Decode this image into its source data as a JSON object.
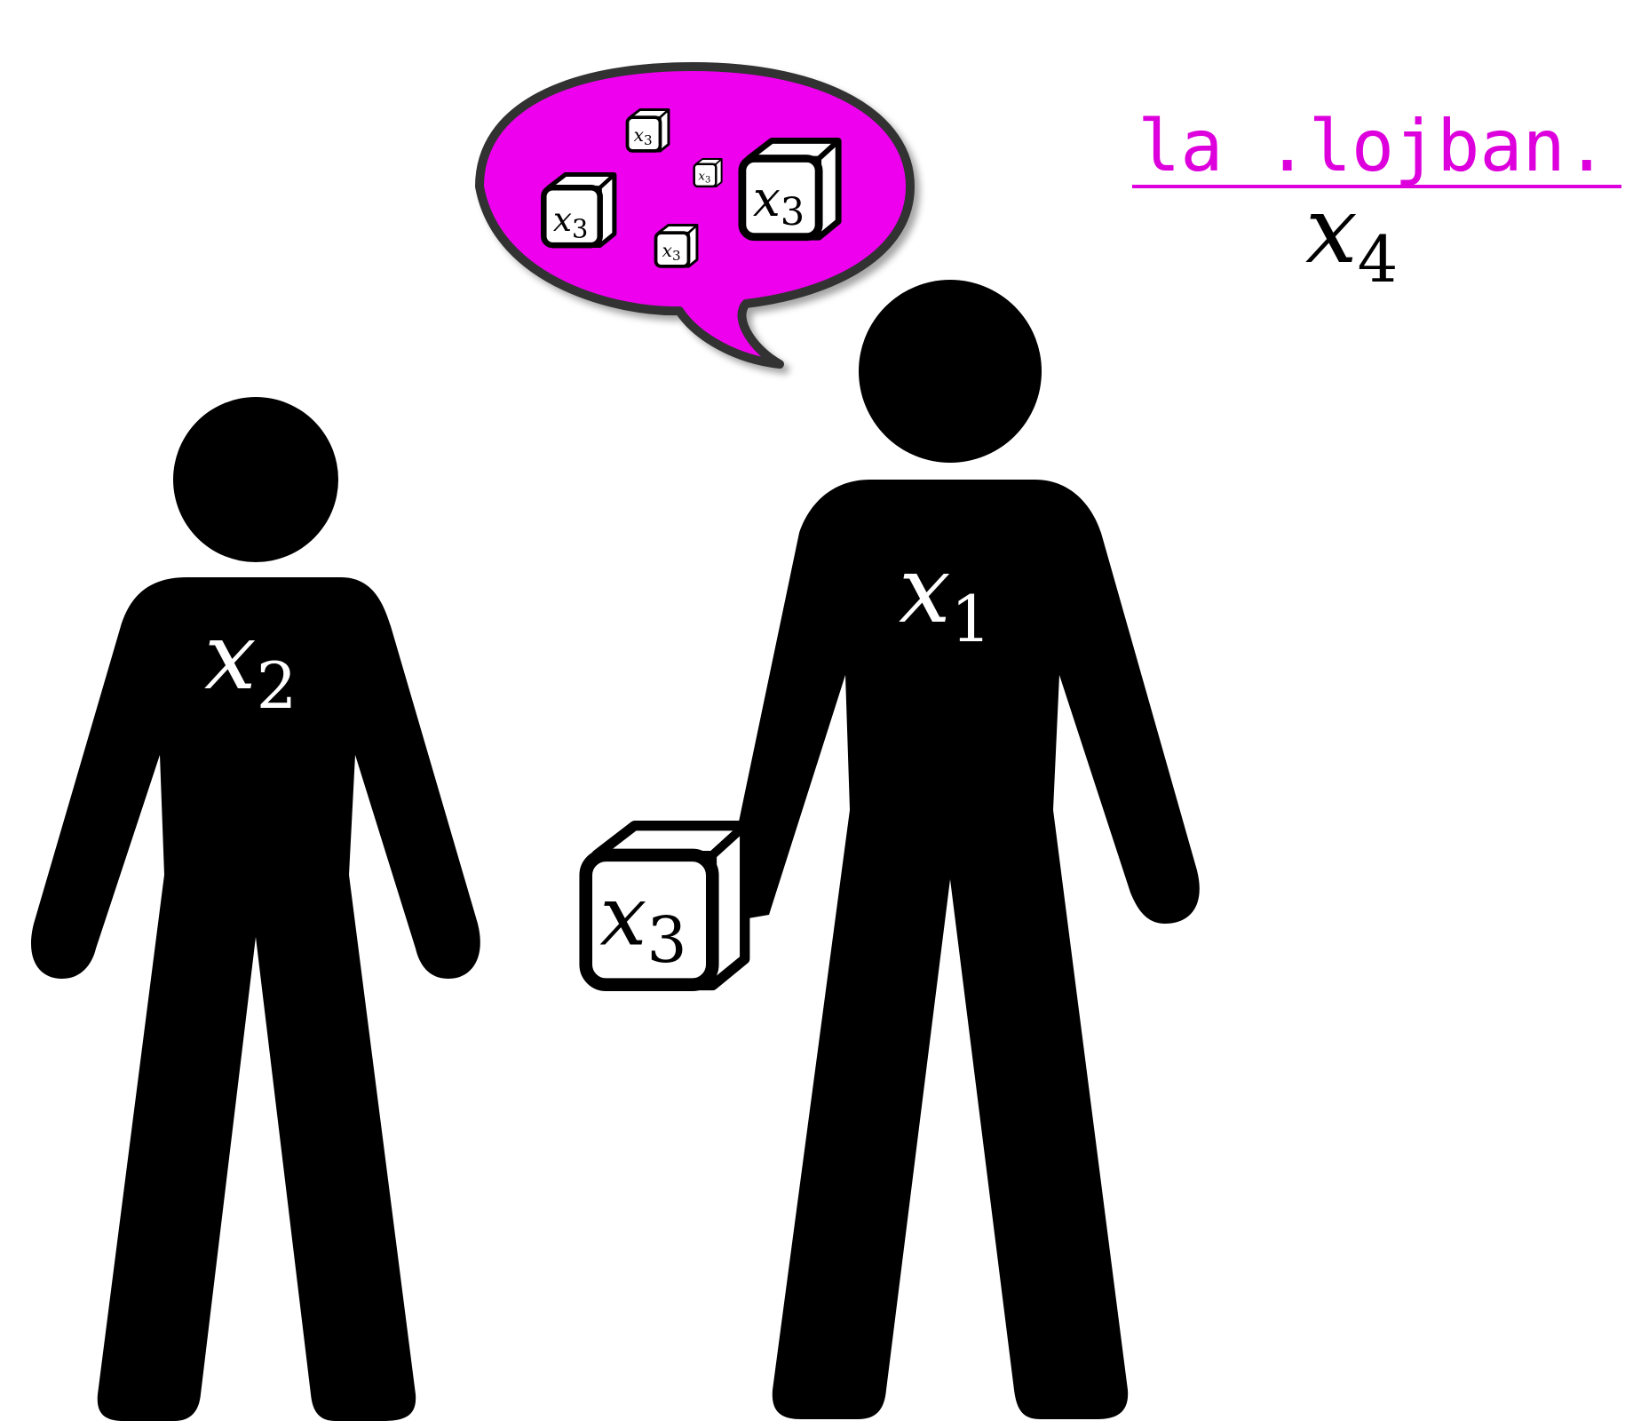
{
  "colors": {
    "figure": "#000000",
    "background": "#ffffff",
    "accent": "#ee00ee",
    "bubble_outline": "#333333"
  },
  "language_label": {
    "text": "la .lojban.",
    "color": "#dd00dd"
  },
  "place_labels": {
    "x1": {
      "var": "x",
      "sub": "1"
    },
    "x2": {
      "var": "x",
      "sub": "2"
    },
    "x3": {
      "var": "x",
      "sub": "3"
    },
    "x4": {
      "var": "x",
      "sub": "4"
    }
  },
  "thought_bubble": {
    "boxes_label_var": "x",
    "boxes_label_sub": "3",
    "box_count": 5
  },
  "icons": {
    "speaker": "person-icon",
    "listener": "person-icon",
    "held_box": "cube-icon",
    "bubble": "speech-bubble-icon"
  }
}
